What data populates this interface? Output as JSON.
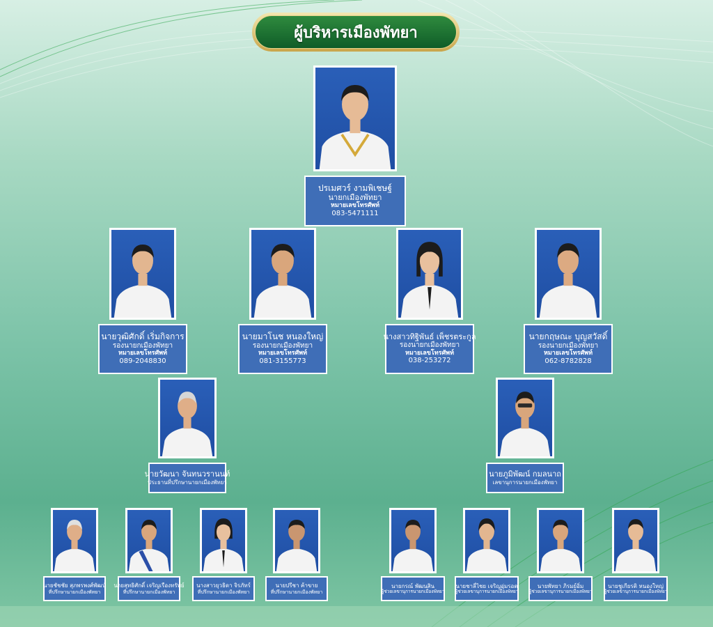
{
  "header": {
    "title": "ผู้บริหารเมืองพัทยา"
  },
  "mayor": {
    "name": "ปรเมศวร์ งามพิเชษฐ์",
    "position": "นายกเมืองพัทยา",
    "phone_label": "หมายเลขโทรศัพท์",
    "phone": "083-5471111"
  },
  "deputies": [
    {
      "name": "นายวุฒิศักดิ์ เริ่มกิจการ",
      "position": "รองนายกเมืองพัทยา",
      "phone_label": "หมายเลขโทรศัพท์",
      "phone": "089-2048830"
    },
    {
      "name": "นายมาโนช หนองใหญ่",
      "position": "รองนายกเมืองพัทยา",
      "phone_label": "หมายเลขโทรศัพท์",
      "phone": "081-3155773"
    },
    {
      "name": "นางสาวทิฐิพันธ์ เพ็ชรตระกูล",
      "position": "รองนายกเมืองพัทยา",
      "phone_label": "หมายเลขโทรศัพท์",
      "phone": "038-253272"
    },
    {
      "name": "นายกฤษณะ บุญสวัสดิ์",
      "position": "รองนายกเมืองพัทยา",
      "phone_label": "หมายเลขโทรศัพท์",
      "phone": "062-8782828"
    }
  ],
  "chair": {
    "name": "นายวัฒนา จันทนวรานนท์",
    "position": "ประธานที่ปรึกษานายกเมืองพัทยา"
  },
  "secretary": {
    "name": "นายภูมิพัฒน์ กมลนาถ",
    "position": "เลขานุการนายกเมืองพัทยา"
  },
  "advisors": [
    {
      "name": "นายชัชชัย สุภพรพงศ์พัฒน์",
      "position": "ที่ปรึกษานายกเมืองพัทยา"
    },
    {
      "name": "นายสุทธิศักดิ์ เจริญเรืองทรัพย์",
      "position": "ที่ปรึกษานายกเมืองพัทยา"
    },
    {
      "name": "นางสาวยุวธิดา จิรภัทร์",
      "position": "ที่ปรึกษานายกเมืองพัทยา"
    },
    {
      "name": "นายปรีชา ค้าขาย",
      "position": "ที่ปรึกษานายกเมืองพัทยา"
    }
  ],
  "assistants": [
    {
      "name": "นายกรณ์ พัฒนสิน",
      "position": "ผู้ช่วยเลขานุการนายกเมืองพัทยา"
    },
    {
      "name": "นายชาลี่ไชย เจริญอุ่มรอด",
      "position": "ผู้ช่วยเลขานุการนายกเมืองพัทยา"
    },
    {
      "name": "นายพัทยา ภิรมย์อิ่ม",
      "position": "ผู้ช่วยเลขานุการนายกเมืองพัทยา"
    },
    {
      "name": "นายชูเกียรติ หนองใหญ่",
      "position": "ผู้ช่วยเลขานุการนายกเมืองพัทยา"
    }
  ],
  "colors": {
    "label_bg": "#3f6eb7",
    "photo_bg": "#2a5fb8",
    "banner_green": "#0f5d28",
    "banner_gold": "#c9a54a"
  },
  "icons": {
    "portrait": "person-portrait-icon"
  }
}
